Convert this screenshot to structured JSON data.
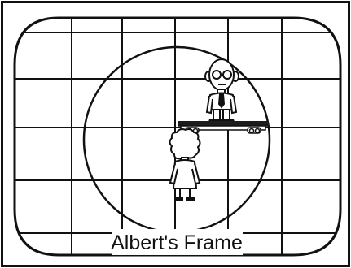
{
  "caption": "Albert's Frame",
  "colors": {
    "ink": "#111111",
    "paper": "#ffffff",
    "platform": "#1c1c1c"
  },
  "elements": {
    "outer_frame": "rectangle",
    "screen": "rounded-rectangle",
    "grid": "square-grid",
    "circle": "large-circle",
    "albert": "bald-man-with-glasses",
    "platform": "moving-platform-on-wheels",
    "observer": "curly-haired-child-seen-from-behind"
  }
}
